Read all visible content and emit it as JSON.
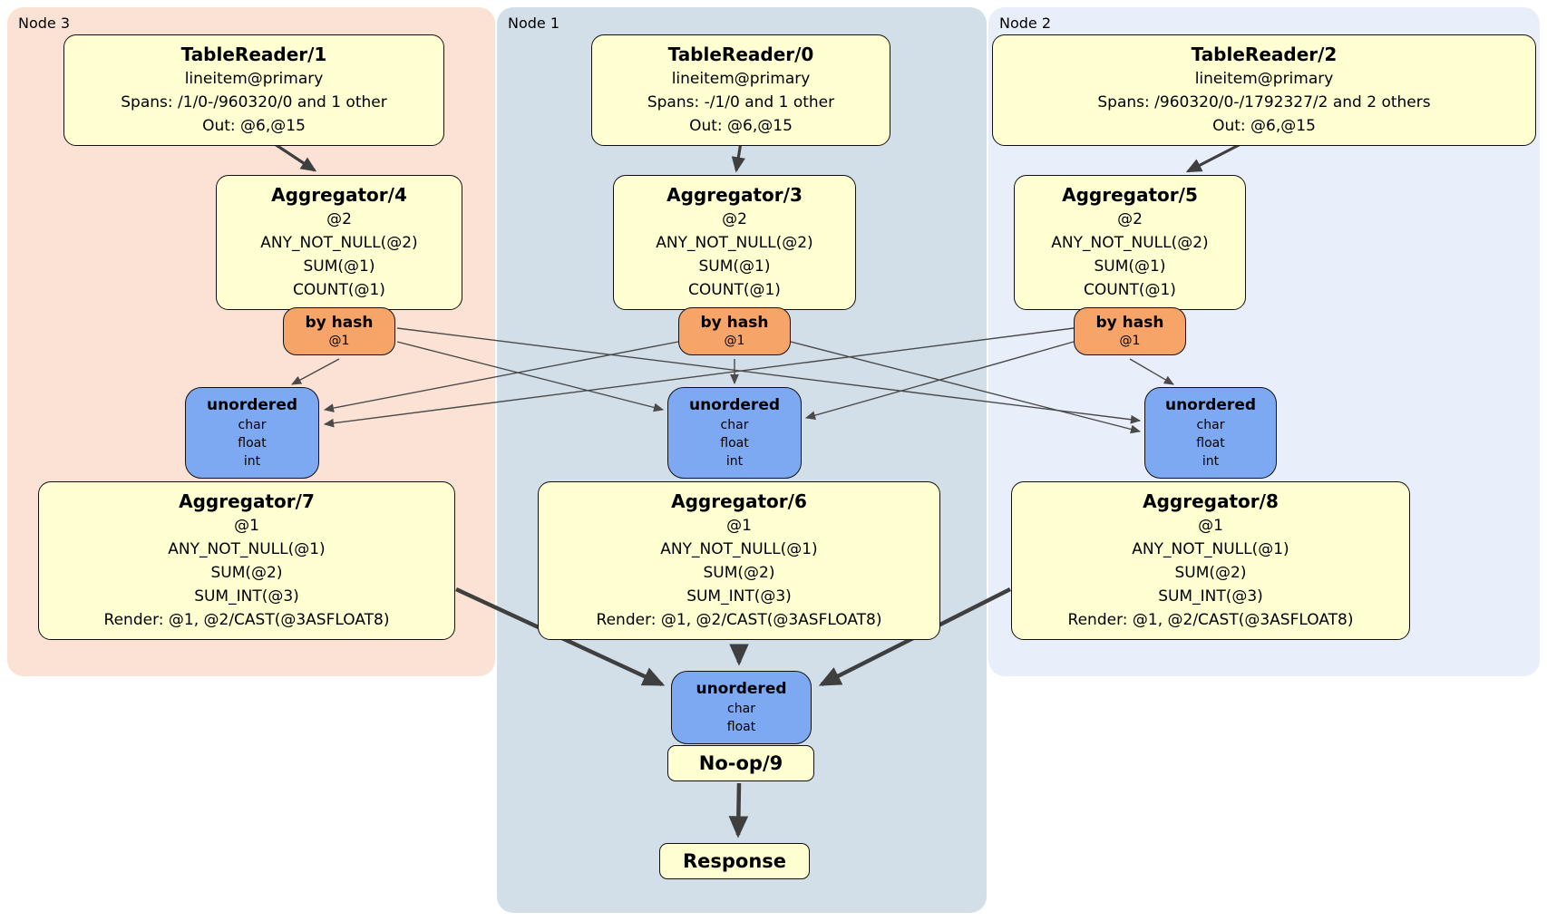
{
  "regions": [
    {
      "id": "node3",
      "label": "Node 3"
    },
    {
      "id": "node1",
      "label": "Node 1"
    },
    {
      "id": "node2",
      "label": "Node 2"
    }
  ],
  "processors": {
    "tr1": {
      "title": "TableReader/1",
      "lines": [
        "lineitem@primary",
        "Spans: /1/0-/960320/0 and 1 other",
        "Out: @6,@15"
      ]
    },
    "tr0": {
      "title": "TableReader/0",
      "lines": [
        "lineitem@primary",
        "Spans: -/1/0 and 1 other",
        "Out: @6,@15"
      ]
    },
    "tr2": {
      "title": "TableReader/2",
      "lines": [
        "lineitem@primary",
        "Spans: /960320/0-/1792327/2 and 2 others",
        "Out: @6,@15"
      ]
    },
    "agg4": {
      "title": "Aggregator/4",
      "lines": [
        "@2",
        "ANY_NOT_NULL(@2)",
        "SUM(@1)",
        "COUNT(@1)"
      ]
    },
    "agg3": {
      "title": "Aggregator/3",
      "lines": [
        "@2",
        "ANY_NOT_NULL(@2)",
        "SUM(@1)",
        "COUNT(@1)"
      ]
    },
    "agg5": {
      "title": "Aggregator/5",
      "lines": [
        "@2",
        "ANY_NOT_NULL(@2)",
        "SUM(@1)",
        "COUNT(@1)"
      ]
    },
    "agg7": {
      "title": "Aggregator/7",
      "lines": [
        "@1",
        "ANY_NOT_NULL(@1)",
        "SUM(@2)",
        "SUM_INT(@3)",
        "Render: @1, @2/CAST(@3ASFLOAT8)"
      ]
    },
    "agg6": {
      "title": "Aggregator/6",
      "lines": [
        "@1",
        "ANY_NOT_NULL(@1)",
        "SUM(@2)",
        "SUM_INT(@3)",
        "Render: @1, @2/CAST(@3ASFLOAT8)"
      ]
    },
    "agg8": {
      "title": "Aggregator/8",
      "lines": [
        "@1",
        "ANY_NOT_NULL(@1)",
        "SUM(@2)",
        "SUM_INT(@3)",
        "Render: @1, @2/CAST(@3ASFLOAT8)"
      ]
    },
    "noop": {
      "title": "No-op/9"
    },
    "response": {
      "title": "Response"
    }
  },
  "routers": {
    "hash4": {
      "title": "by hash",
      "lines": [
        "@1"
      ]
    },
    "hash3": {
      "title": "by hash",
      "lines": [
        "@1"
      ]
    },
    "hash5": {
      "title": "by hash",
      "lines": [
        "@1"
      ]
    }
  },
  "syncs": {
    "unord_left": {
      "title": "unordered",
      "lines": [
        "char",
        "float",
        "int"
      ]
    },
    "unord_mid": {
      "title": "unordered",
      "lines": [
        "char",
        "float",
        "int"
      ]
    },
    "unord_right": {
      "title": "unordered",
      "lines": [
        "char",
        "float",
        "int"
      ]
    },
    "unord_final": {
      "title": "unordered",
      "lines": [
        "char",
        "float"
      ]
    }
  },
  "colors": {
    "node3_bg": "#fce2d4",
    "node1_bg": "#d2dfe9",
    "node2_bg": "#e9effa",
    "processor_bg": "#ffffd2",
    "router_bg": "#f6a468",
    "sync_bg": "#7da9f2",
    "box_border": "#111111",
    "edge": "#4a4a4a"
  }
}
